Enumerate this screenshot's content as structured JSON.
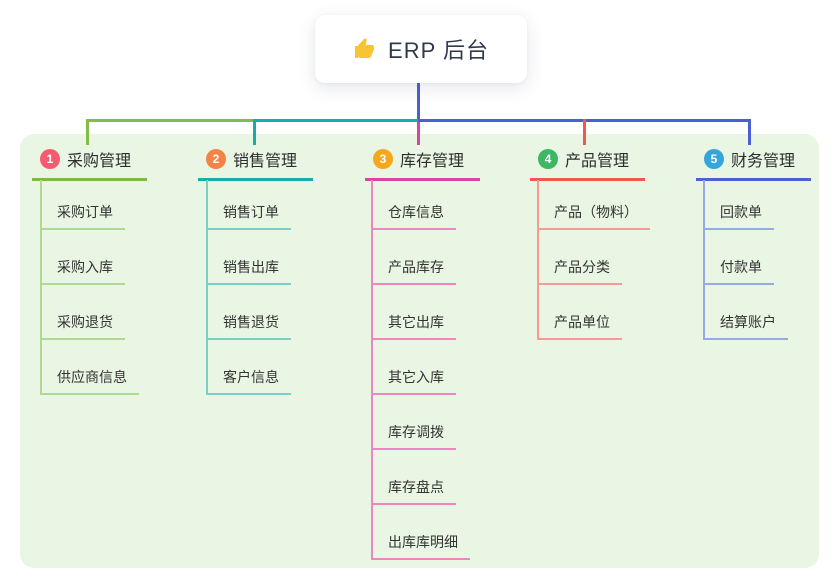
{
  "root": {
    "icon": "thumbs-up-icon",
    "title": "ERP 后台",
    "line_color": "#4A5FD5"
  },
  "panel": {
    "background": "#E9F6E4"
  },
  "branches": [
    {
      "number": "1",
      "title": "采购管理",
      "color": "#7CBA43",
      "color_light": "#AFD893",
      "badge_color": "#F85A70",
      "items": [
        "采购订单",
        "采购入库",
        "采购退货",
        "供应商信息"
      ]
    },
    {
      "number": "2",
      "title": "销售管理",
      "color": "#19ADA7",
      "color_light": "#7BCFC9",
      "badge_color": "#F58247",
      "items": [
        "销售订单",
        "销售出库",
        "销售退货",
        "客户信息"
      ]
    },
    {
      "number": "3",
      "title": "库存管理",
      "color": "#D8449E",
      "color_light": "#EF86C1",
      "badge_color": "#F6A81C",
      "items": [
        "仓库信息",
        "产品库存",
        "其它出库",
        "其它入库",
        "库存调拨",
        "库存盘点",
        "出库库明细"
      ]
    },
    {
      "number": "4",
      "title": "产品管理",
      "color": "#F2564F",
      "color_light": "#F79B94",
      "badge_color": "#3CB764",
      "items": [
        "产品（物料）",
        "产品分类",
        "产品单位"
      ]
    },
    {
      "number": "5",
      "title": "财务管理",
      "color": "#4A61D2",
      "color_light": "#96ABE4",
      "badge_color": "#33A6DC",
      "items": [
        "回款单",
        "付款单",
        "结算账户"
      ]
    }
  ]
}
